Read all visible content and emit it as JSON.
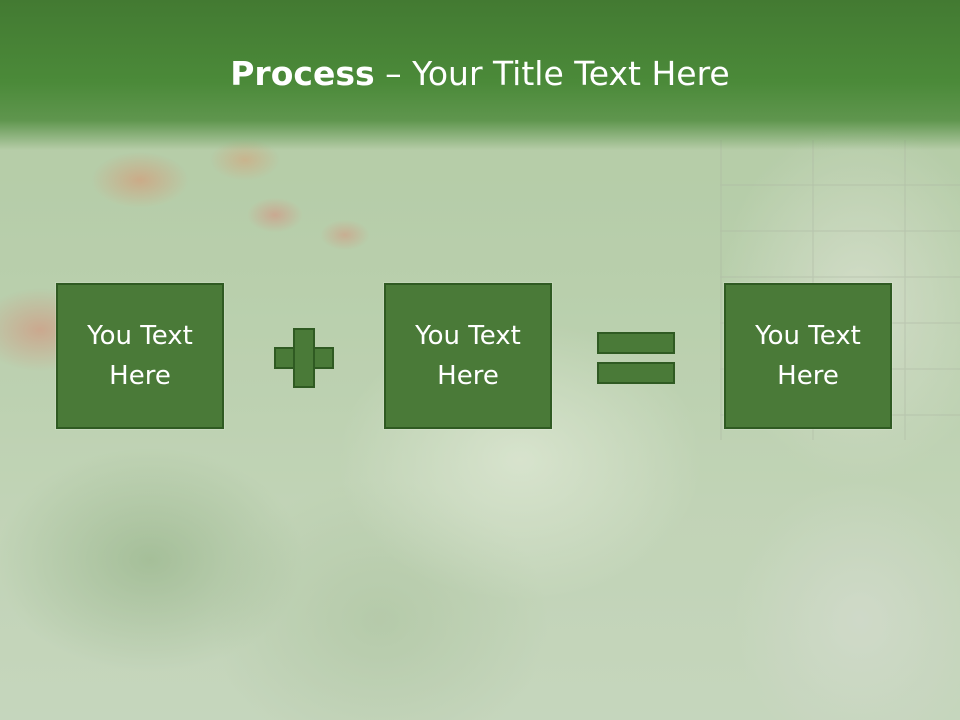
{
  "title": {
    "bold": "Process",
    "rest": " – Your Title Text Here"
  },
  "boxes": [
    {
      "line1": "You Text",
      "line2": "Here"
    },
    {
      "line1": "You Text",
      "line2": "Here"
    },
    {
      "line1": "You Text",
      "line2": "Here"
    }
  ],
  "operators": [
    "plus-icon",
    "equals-icon"
  ],
  "colors": {
    "title_band": "#437a32",
    "box_fill": "#4a7a38",
    "box_border": "#2f5a22",
    "text": "#ffffff"
  }
}
